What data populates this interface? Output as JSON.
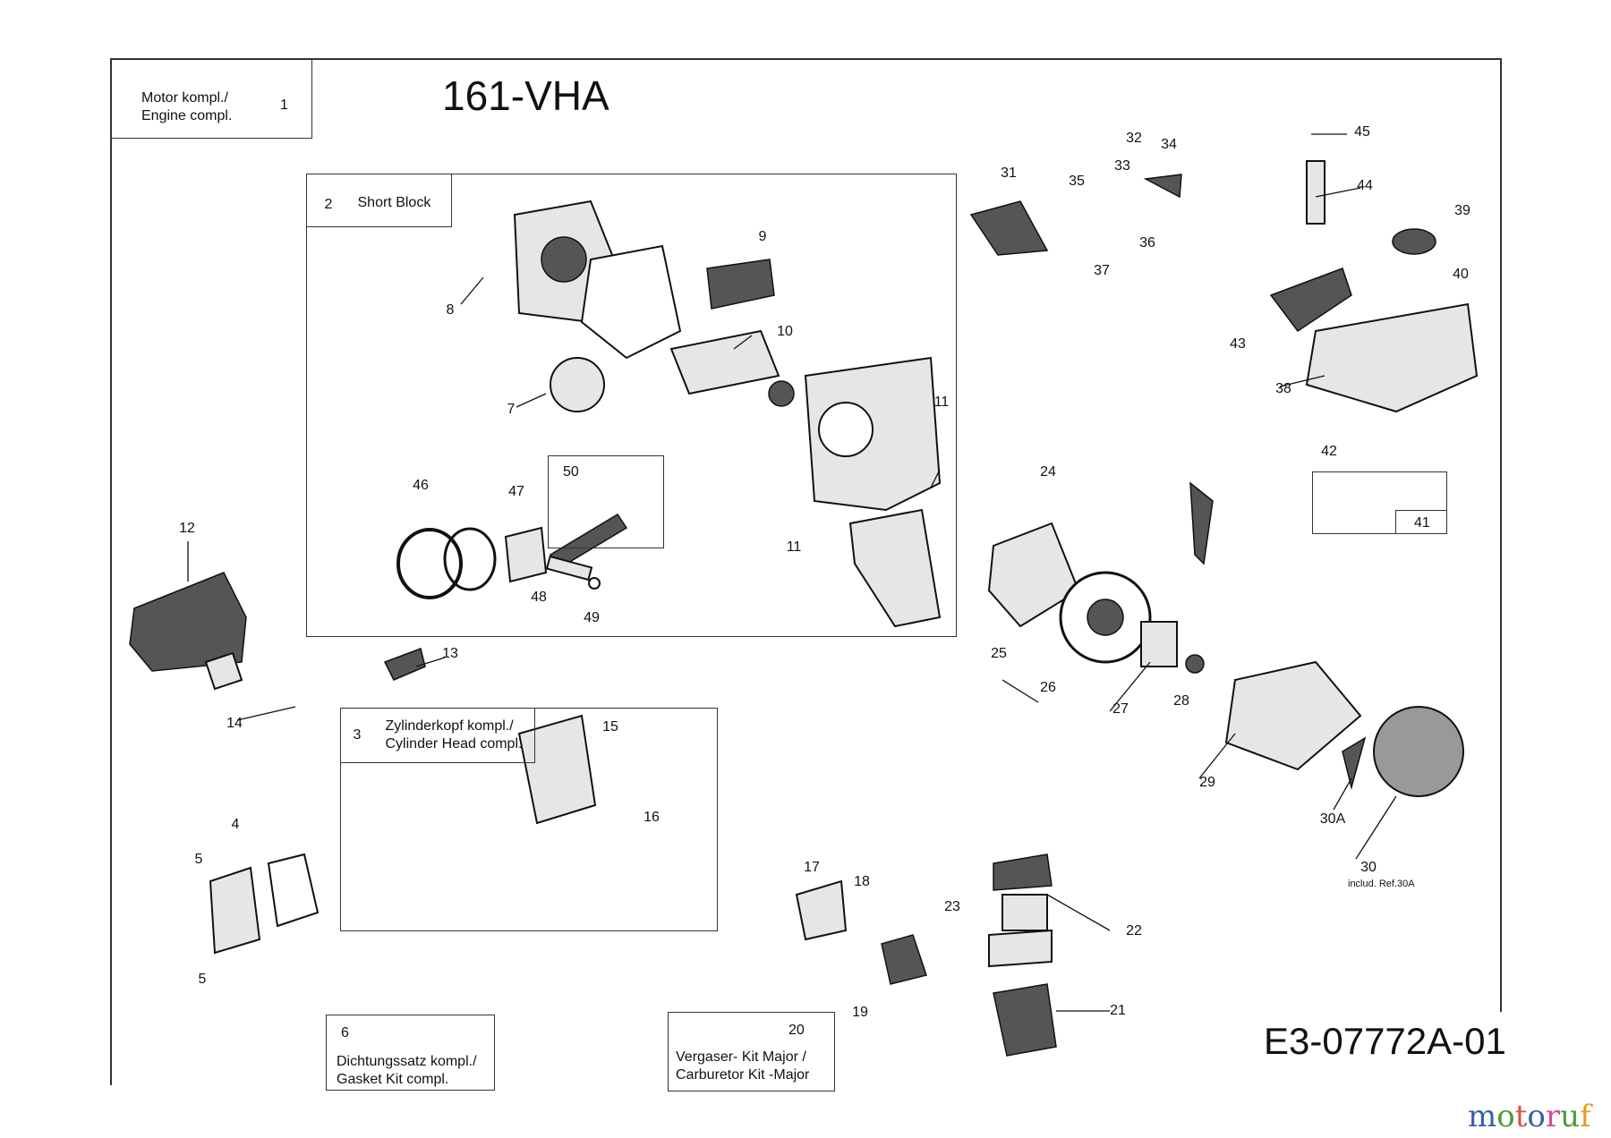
{
  "title": "161-VHA",
  "diagram_code": "E3-07772A-01",
  "watermark": "motoruf.de",
  "kits": {
    "engine": {
      "number": "1",
      "label_line1": "Motor kompl./",
      "label_line2": "Engine compl."
    },
    "short_block": {
      "number": "2",
      "label": "Short Block"
    },
    "cylinder_head": {
      "number": "3",
      "label_line1": "Zylinderkopf kompl./",
      "label_line2": "Cylinder Head compl."
    },
    "gasket": {
      "number": "6",
      "label_line1": "Dichtungssatz kompl./",
      "label_line2": "Gasket Kit compl."
    },
    "carburetor": {
      "number": "20",
      "label_line1": "Vergaser- Kit Major /",
      "label_line2": "Carburetor Kit -Major"
    },
    "connecting_rod": {
      "number": "50"
    },
    "fuel_line": {
      "number": "41"
    }
  },
  "callouts": [
    "4",
    "5",
    "5",
    "7",
    "8",
    "9",
    "10",
    "11",
    "11",
    "12",
    "13",
    "14",
    "15",
    "16",
    "17",
    "18",
    "19",
    "21",
    "22",
    "23",
    "24",
    "25",
    "26",
    "27",
    "28",
    "29",
    "30A",
    "30",
    "31",
    "32",
    "33",
    "34",
    "35",
    "36",
    "37",
    "38",
    "39",
    "40",
    "42",
    "43",
    "44",
    "45",
    "46",
    "47",
    "48",
    "49"
  ],
  "note_30": "includ. Ref.30A"
}
